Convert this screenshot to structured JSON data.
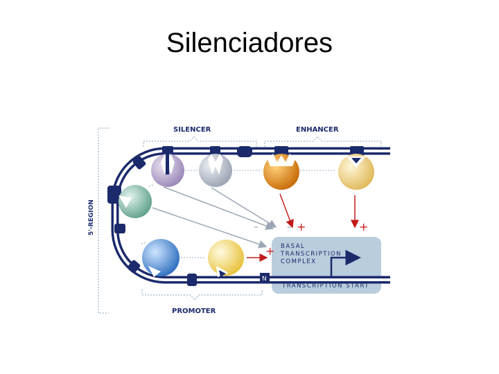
{
  "slide": {
    "title": "Silenciadores"
  },
  "diagram": {
    "labels": {
      "silencer": "SILENCER",
      "enhancer": "ENHANCER",
      "region": "5'-REGION",
      "promoter": "PROMOTER",
      "basal_line1": "BASAL",
      "basal_line2": "TRANSCRIPTION",
      "basal_line3": "COMPLEX",
      "transcription_start": "TRANSCRIPTION START",
      "tata_box": "N"
    },
    "signs": {
      "minus": "–",
      "plus": "+"
    },
    "colors": {
      "dna": "#1b2a6b",
      "bracket": "#9bb3c8",
      "complex_box": "#b9cddd",
      "silencer_protein_1": "#b3a5c9",
      "silencer_protein_2": "#b9bfca",
      "enhancer_protein_1": "#e8921a",
      "enhancer_protein_2": "#f2d98a",
      "corner_protein": "#7fb9a5",
      "promoter_protein_1": "#4d92d8",
      "promoter_protein_2": "#f3d768",
      "activation_arrow": "#c21b1b",
      "repression_arrow": "#9aa6b4"
    }
  }
}
